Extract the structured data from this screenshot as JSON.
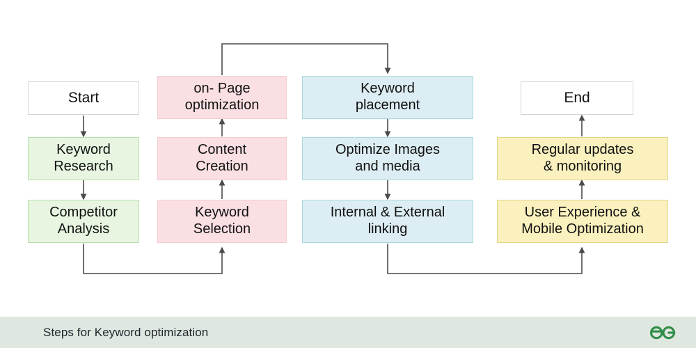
{
  "diagram": {
    "title": "Steps for Keyword optimization",
    "colors": {
      "green_fill": "#e8f6e1",
      "green_border": "#b6dfae",
      "pink_fill": "#fadfe3",
      "pink_border": "#f3cdd3",
      "blue_fill": "#dcedf3",
      "blue_border": "#a9dbdd",
      "yellow_fill": "#faf1bf",
      "yellow_border": "#e3d48c",
      "terminal_fill": "#ffffff",
      "terminal_border": "#d4d4d4",
      "connector": "#4a4a4a",
      "footer_bg": "#dfe8e0",
      "logo_green": "#2f8d46"
    },
    "nodes": [
      {
        "id": "start",
        "label": "Start",
        "style": "terminal"
      },
      {
        "id": "keyword-research",
        "label": "Keyword\nResearch",
        "style": "green"
      },
      {
        "id": "competitor-analysis",
        "label": "Competitor\nAnalysis",
        "style": "green"
      },
      {
        "id": "on-page-optimization",
        "label": "on- Page\noptimization",
        "style": "pink"
      },
      {
        "id": "content-creation",
        "label": "Content\nCreation",
        "style": "pink"
      },
      {
        "id": "keyword-selection",
        "label": "Keyword\nSelection",
        "style": "pink"
      },
      {
        "id": "keyword-placement",
        "label": "Keyword\nplacement",
        "style": "blue"
      },
      {
        "id": "optimize-images-and-media",
        "label": "Optimize Images\nand media",
        "style": "blue"
      },
      {
        "id": "internal-external-linking",
        "label": "Internal & External\nlinking",
        "style": "blue"
      },
      {
        "id": "end",
        "label": "End",
        "style": "terminal"
      },
      {
        "id": "regular-updates-monitoring",
        "label": "Regular updates\n& monitoring",
        "style": "yellow"
      },
      {
        "id": "user-experience-mobile-optimization",
        "label": "User Experience &\nMobile Optimization",
        "style": "yellow"
      }
    ],
    "edges": [
      {
        "from": "start",
        "to": "keyword-research"
      },
      {
        "from": "keyword-research",
        "to": "competitor-analysis"
      },
      {
        "from": "competitor-analysis",
        "to": "keyword-selection"
      },
      {
        "from": "keyword-selection",
        "to": "content-creation"
      },
      {
        "from": "content-creation",
        "to": "on-page-optimization"
      },
      {
        "from": "on-page-optimization",
        "to": "keyword-placement"
      },
      {
        "from": "keyword-placement",
        "to": "optimize-images-and-media"
      },
      {
        "from": "optimize-images-and-media",
        "to": "internal-external-linking"
      },
      {
        "from": "internal-external-linking",
        "to": "user-experience-mobile-optimization"
      },
      {
        "from": "user-experience-mobile-optimization",
        "to": "regular-updates-monitoring"
      },
      {
        "from": "regular-updates-monitoring",
        "to": "end"
      }
    ]
  },
  "footer": {
    "caption": "Steps for Keyword optimization",
    "logo_alt": "geeksforgeeks-logo"
  }
}
